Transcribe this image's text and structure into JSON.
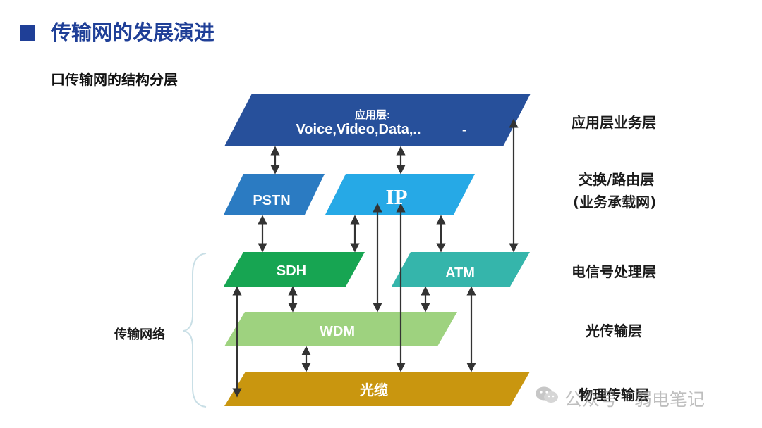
{
  "header": {
    "title": "传输网的发展演进",
    "subtitle": "口传输网的结构分层"
  },
  "diagram": {
    "application_box": {
      "line1": "应用层:",
      "line2": "Voice,Video,Data,..",
      "mark": "-"
    },
    "pstn": "PSTN",
    "ip": "IP",
    "sdh": "SDH",
    "atm": "ATM",
    "wdm": "WDM",
    "cable": "光缆",
    "transport_network": "传输网络"
  },
  "layers": {
    "application": "应用层业务层",
    "switching_line1": "交换/路由层",
    "switching_line2": "(业务承载网)",
    "signal": "电信号处理层",
    "optical": "光传输层",
    "physical": "物理传输层"
  },
  "watermark": "公众号 · 弱电笔记",
  "colors": {
    "title_blue": "#1f3f97",
    "application": "#27509b",
    "pstn": "#2b7bc2",
    "ip": "#26a9e6",
    "sdh": "#17a552",
    "atm": "#35b5ab",
    "wdm": "#9ed27f",
    "cable": "#c9960f"
  }
}
